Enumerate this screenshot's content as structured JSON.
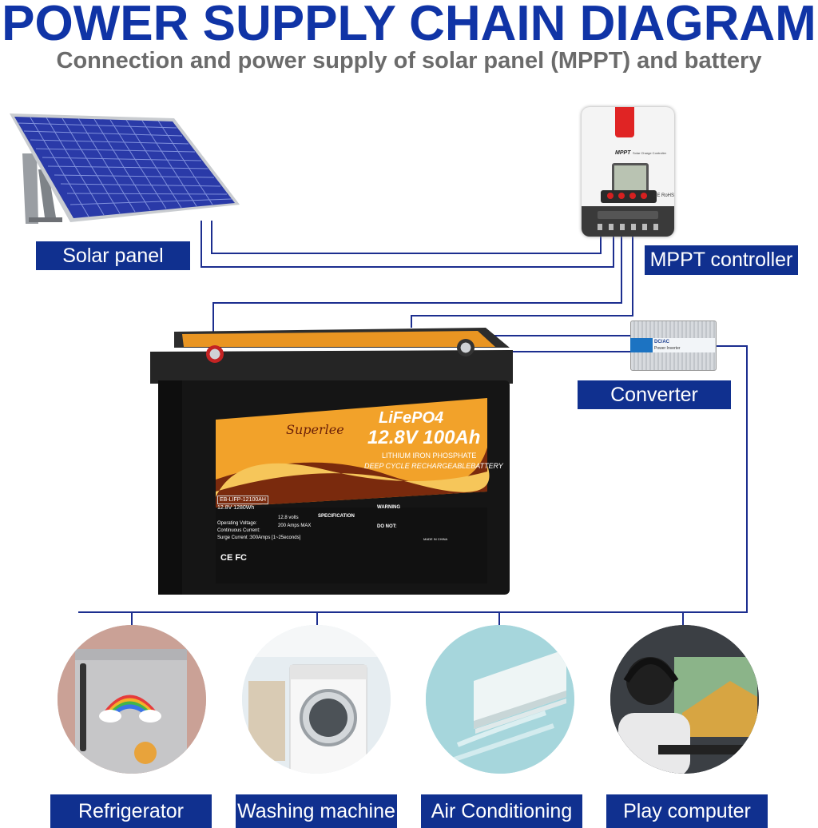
{
  "header": {
    "title": "POWER SUPPLY CHAIN DIAGRAM",
    "subtitle": "Connection and power supply of solar panel (MPPT) and battery"
  },
  "components": {
    "solar_panel": "Solar panel",
    "mppt_controller": "MPPT controller",
    "converter": "Converter"
  },
  "controller_face": {
    "brand": "MPPT",
    "caption": "Solar Charge Controller",
    "marks": "CE RoHS"
  },
  "converter_face": {
    "tag": "DC/AC",
    "caption": "Power Inverter"
  },
  "battery": {
    "brand": "Superlee",
    "chemistry": "LiFePO4",
    "rating": "12.8V 100Ah",
    "type_line1": "LITHIUM IRON PHOSPHATE",
    "type_line2": "DEEP CYCLE RECHARGEABLEBATTERY",
    "model": "EB-LIFP-12100AH",
    "model_spec": "12.8V 1280Wh",
    "op_voltage_label": "Operating Voltage:",
    "op_voltage_value": "12.8 volts",
    "cont_current_label": "Continuous Current:",
    "cont_current_value": "200 Amps MAX",
    "surge_label": "Surge Current :300Amps [1~25econds]",
    "spec_heading": "SPECIFICATION",
    "warning_heading": "WARNING",
    "do_not_heading": "DO NOT:",
    "made_in": "MADE IN CHINA",
    "cert_marks": "CE FC"
  },
  "appliances": [
    {
      "name": "Refrigerator",
      "icon": "refrigerator-icon"
    },
    {
      "name": "Washing machine",
      "icon": "washing-machine-icon"
    },
    {
      "name": "Air Conditioning",
      "icon": "air-conditioner-icon"
    },
    {
      "name": "Play computer",
      "icon": "computer-icon"
    }
  ],
  "colors": {
    "title": "#1034a6",
    "label_bg": "#10308f",
    "subtitle": "#6b6b6b",
    "wire": "#1c2e8f",
    "battery_orange": "#f2a22a"
  }
}
